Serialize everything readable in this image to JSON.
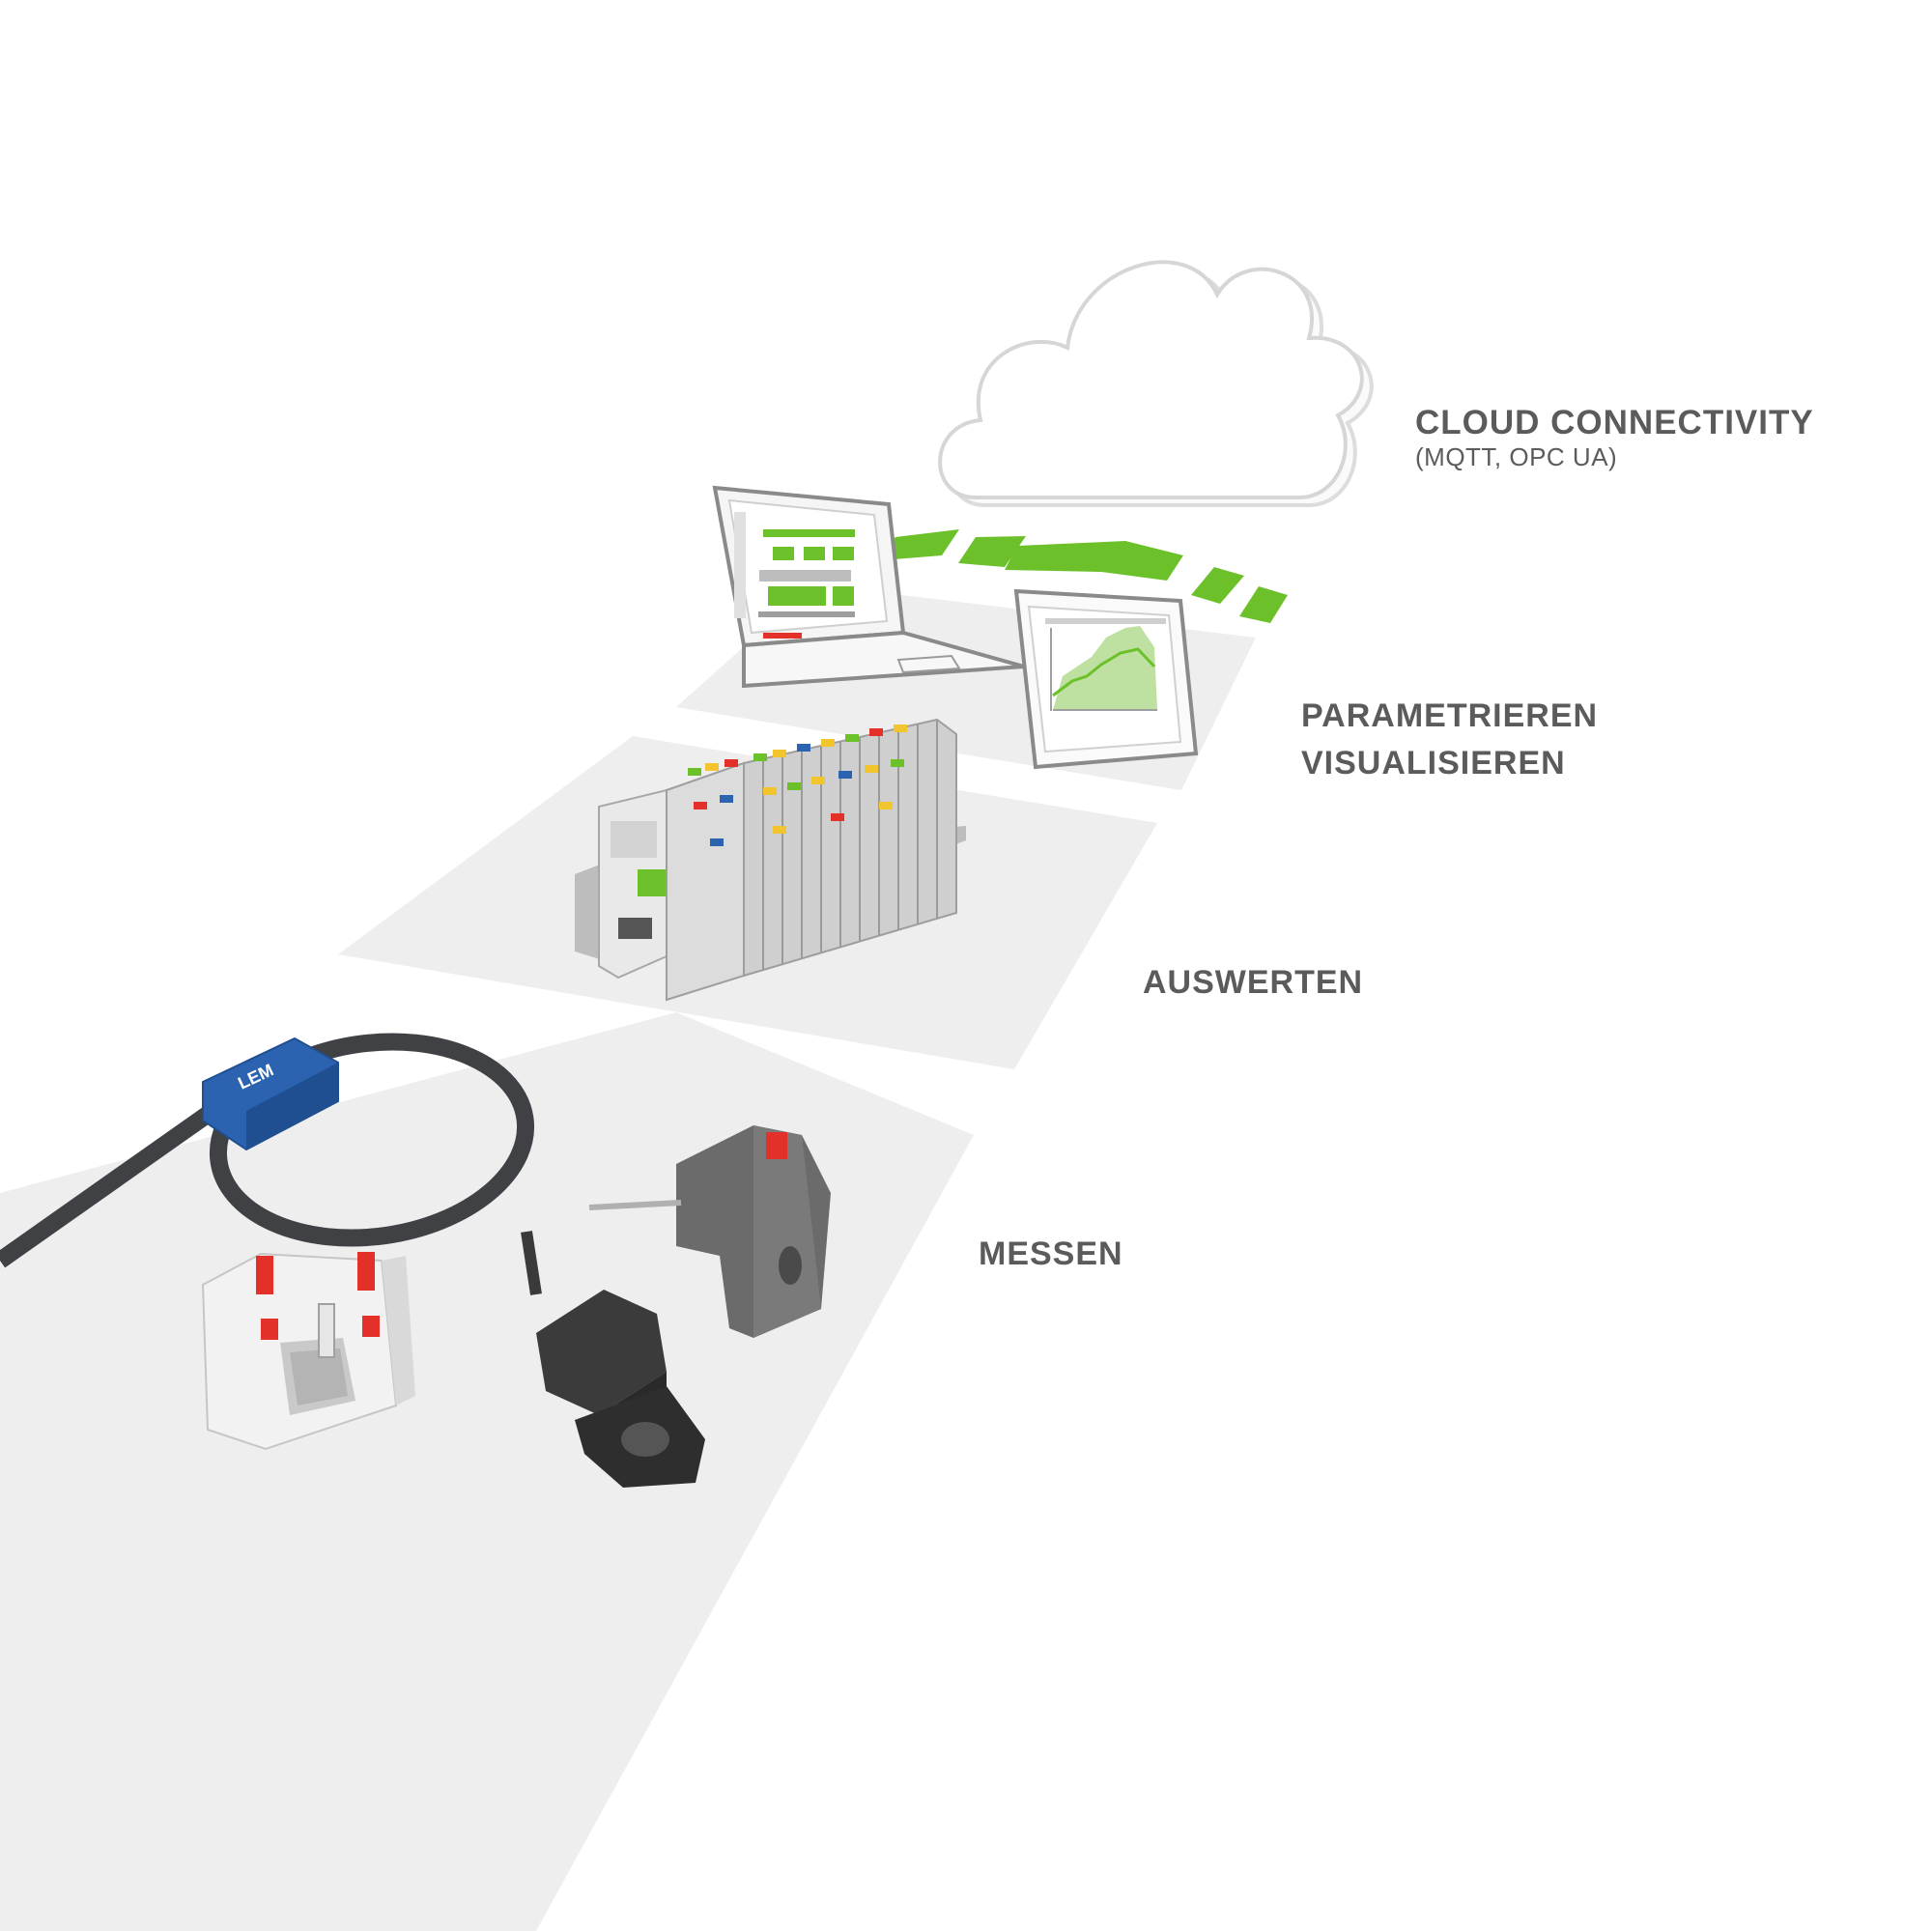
{
  "labels": {
    "cloud": {
      "title": "CLOUD CONNECTIVITY",
      "subtitle": "(MQTT, OPC UA)"
    },
    "param": {
      "line1": "PARAMETRIEREN",
      "line2": "VISUALISIEREN"
    },
    "auswerten": "AUSWERTEN",
    "messen": "MESSEN"
  },
  "device_markings": {
    "lem_sensor": "LEM"
  },
  "colors": {
    "accent_green": "#6cc12a",
    "label_gray": "#5b5b5b",
    "plane_gray": "#eeeeee",
    "device_red": "#e3312a",
    "sensor_blue": "#2b63b0"
  },
  "icons": [
    "cloud-icon",
    "laptop-icon",
    "tablet-icon",
    "controller-icon",
    "current-sensor-icon"
  ]
}
